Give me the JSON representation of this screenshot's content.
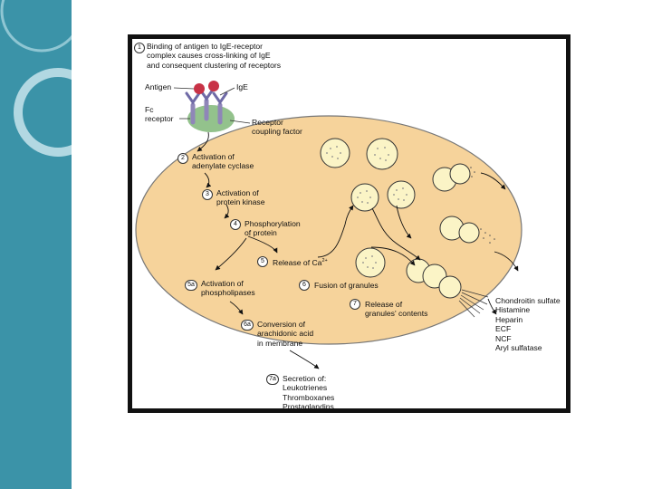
{
  "colors": {
    "slide_background": "#ffffff",
    "sidebar": "#3b93a8",
    "sidebar_rings": "#9fcfdb",
    "cell_body": "#f6d39b",
    "cell_outline": "#777777",
    "granule_fill": "#fbf4c6",
    "receptor_coupling_factor": "#93c28c",
    "antigen": "#c83246",
    "fc_receptor": "#8f86b8"
  },
  "step1": {
    "number": "1",
    "lines": [
      "Binding of antigen to IgE-receptor",
      "complex causes cross-linking of IgE",
      "and consequent clustering of receptors"
    ]
  },
  "labels": {
    "antigen": "Antigen",
    "ige": "IgE",
    "fc_receptor": [
      "Fc",
      "receptor"
    ],
    "receptor_coupling_factor": [
      "Receptor",
      "coupling factor"
    ]
  },
  "steps": {
    "s2": {
      "number": "2",
      "lines": [
        "Activation of",
        "adenylate cyclase"
      ]
    },
    "s3": {
      "number": "3",
      "lines": [
        "Activation of",
        "protein kinase"
      ]
    },
    "s4": {
      "number": "4",
      "lines": [
        "Phosphorylation",
        "of protein"
      ]
    },
    "s5": {
      "number": "5",
      "text": "Release of Ca",
      "superscript": "2+"
    },
    "s5a": {
      "number": "5a",
      "lines": [
        "Activation of",
        "phospholipases"
      ]
    },
    "s6": {
      "number": "6",
      "text": "Fusion of granules"
    },
    "s6a": {
      "number": "6a",
      "lines": [
        "Conversion of",
        "arachidonic acid",
        "in membrane"
      ]
    },
    "s7": {
      "number": "7",
      "lines": [
        "Release of",
        "granules' contents"
      ]
    },
    "s7a": {
      "number": "7a",
      "lines": [
        "Secretion of:",
        "Leukotrienes",
        "Thromboxanes",
        "Prostaglandins"
      ]
    }
  },
  "released_mediators": [
    "Chondroitin sulfate",
    "Histamine",
    "Heparin",
    "ECF",
    "NCF",
    "Aryl sulfatase"
  ]
}
